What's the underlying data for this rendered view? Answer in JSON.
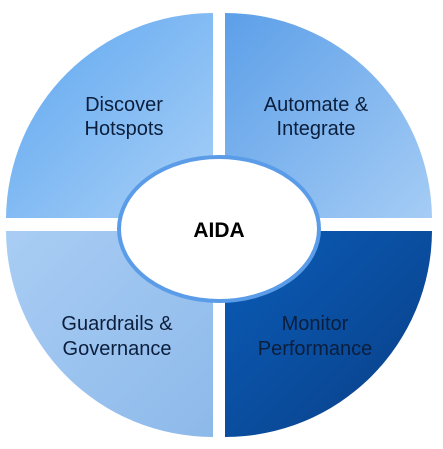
{
  "diagram": {
    "center": {
      "label": "AIDA"
    },
    "quadrants": [
      {
        "position": "top-left",
        "line1": "Discover",
        "line2": "Hotspots",
        "text_color": "#0b1e3c",
        "gradient": [
          "#5ea6f0",
          "#a8d0f7"
        ]
      },
      {
        "position": "top-right",
        "line1": "Automate &",
        "line2": "Integrate",
        "text_color": "#0b1e3c",
        "gradient": [
          "#5c9fe8",
          "#a5ccf5"
        ]
      },
      {
        "position": "bottom-left",
        "line1": "Guardrails &",
        "line2": "Governance",
        "text_color": "#0b1e3c",
        "gradient": [
          "#a9cdf4",
          "#8db9ea"
        ]
      },
      {
        "position": "bottom-right",
        "line1": "Monitor",
        "line2": "Performance",
        "text_color": "#0b1e3c",
        "gradient": [
          "#0a5cb8",
          "#0a3f86"
        ]
      }
    ],
    "center_border_color": "#5b9ce8"
  }
}
